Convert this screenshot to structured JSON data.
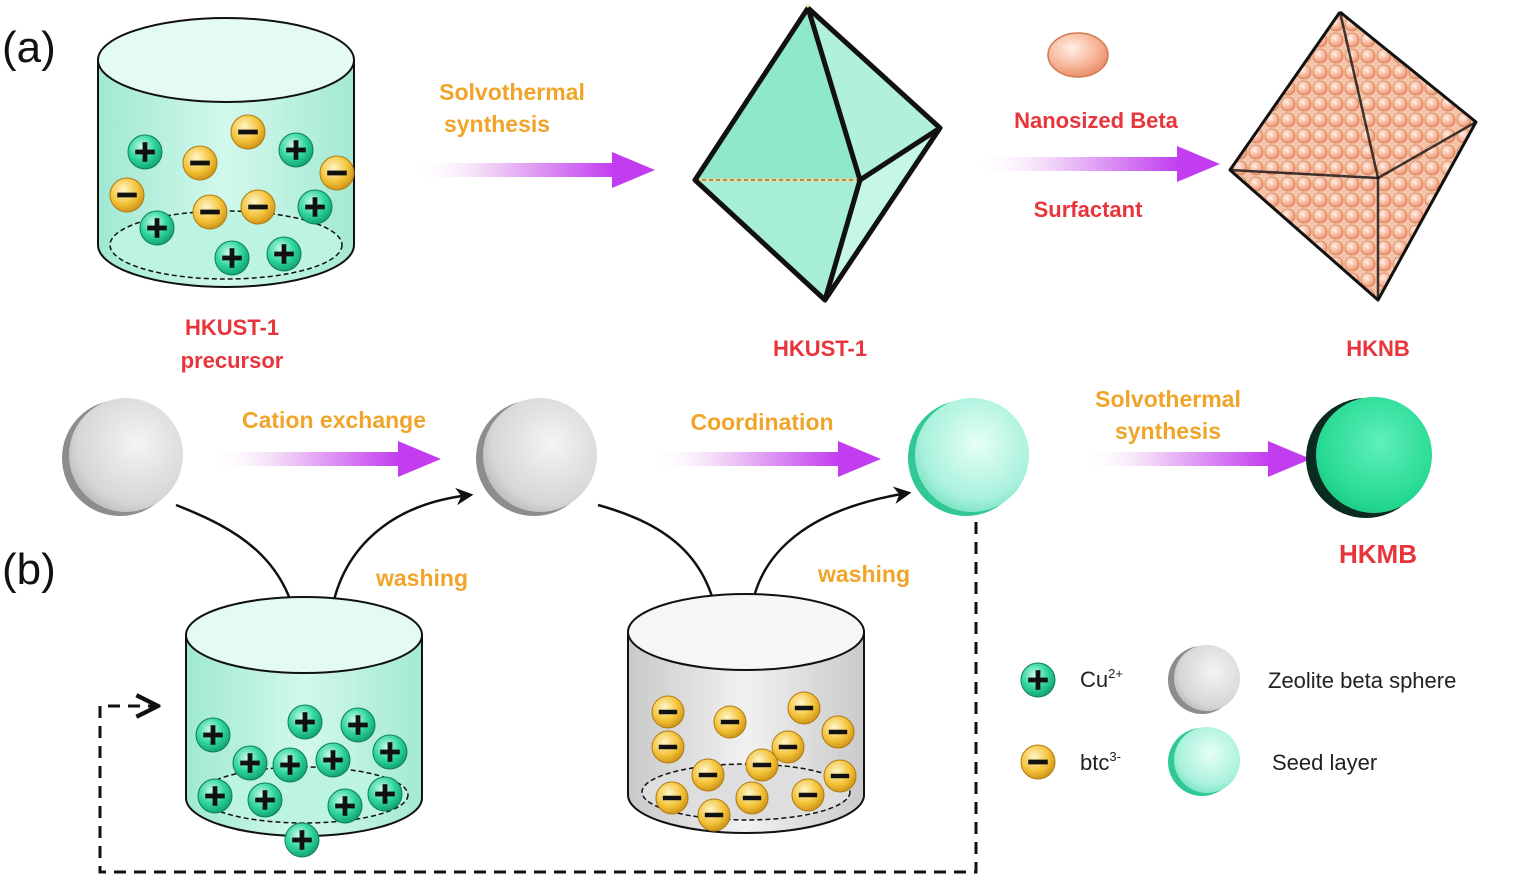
{
  "panels": {
    "a": "(a)",
    "b": "(b)"
  },
  "labels": {
    "precursor_line1": "HKUST-1",
    "precursor_line2": "precursor",
    "hkust1": "HKUST-1",
    "hknb": "HKNB",
    "hkmb": "HKMB",
    "solvothermal1_line1": "Solvothermal",
    "solvothermal1_line2": "synthesis",
    "nanosized_beta": "Nanosized Beta",
    "surfactant": "Surfactant",
    "cation_exchange": "Cation exchange",
    "coordination": "Coordination",
    "solvothermal2_line1": "Solvothermal",
    "solvothermal2_line2": "synthesis",
    "washing1": "washing",
    "washing2": "washing"
  },
  "legend": {
    "cu_label": "Cu",
    "cu_sup": "2+",
    "btc_label": "btc",
    "btc_sup": "3-",
    "zeolite": "Zeolite beta sphere",
    "seed": "Seed layer"
  },
  "colors": {
    "label_red": "#e8353b",
    "label_orange": "#f0a52a",
    "arrow_purple": "#c23cf0",
    "beaker_teal": "#bff3e6",
    "cation_green": "#27d39a",
    "anion_gold": "#f3c237",
    "zeolite_grey": "#d8d8d8",
    "hkmb_green": "#2fdf9c"
  }
}
